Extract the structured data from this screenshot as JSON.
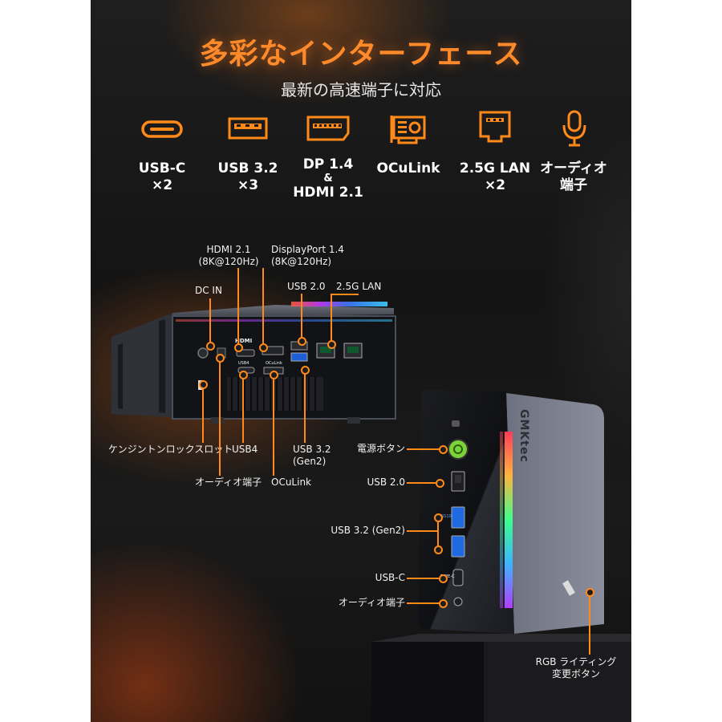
{
  "header": {
    "title": "多彩なインターフェース",
    "subtitle": "最新の高速端子に対応"
  },
  "accent_color": "#ff8a2a",
  "features": [
    {
      "icon": "usb-c-icon",
      "lines": [
        "USB-C",
        "×2"
      ]
    },
    {
      "icon": "usb-a-icon",
      "lines": [
        "USB 3.2",
        "×3"
      ]
    },
    {
      "icon": "display-port-icon",
      "lines": [
        "DP 1.4",
        "&",
        "HDMI 2.1"
      ]
    },
    {
      "icon": "oculink-card-icon",
      "lines": [
        "OCuLink"
      ]
    },
    {
      "icon": "lan-port-icon",
      "lines": [
        "2.5G LAN",
        "×2"
      ]
    },
    {
      "icon": "microphone-icon",
      "lines": [
        "オーディオ",
        "端子"
      ]
    }
  ],
  "rear_labels": {
    "hdmi": [
      "HDMI 2.1",
      "(8K@120Hz)"
    ],
    "displayport": [
      "DisplayPort 1.4",
      "(8K@120Hz)"
    ],
    "dc_in": "DC IN",
    "usb2": "USB 2.0",
    "lan": "2.5G LAN",
    "kensington": "ケンジントンロックスロット",
    "usb4": "USB4",
    "usb32": [
      "USB 3.2",
      "(Gen2)"
    ],
    "audio": "オーディオ端子",
    "oculink": "OCuLink"
  },
  "front_labels": {
    "power": "電源ボタン",
    "usb2": "USB 2.0",
    "usb32": "USB 3.2 (Gen2)",
    "usbc": "USB-C",
    "audio": "オーディオ端子",
    "rgb": [
      "RGB ライティング",
      "変更ボタン"
    ]
  },
  "device": {
    "brand": "GMKtec",
    "rear_port_marks": [
      "HDMI",
      "USB4",
      "OCuLink"
    ],
    "front_port_marks": [
      "SS10",
      "TYPE-C"
    ]
  }
}
